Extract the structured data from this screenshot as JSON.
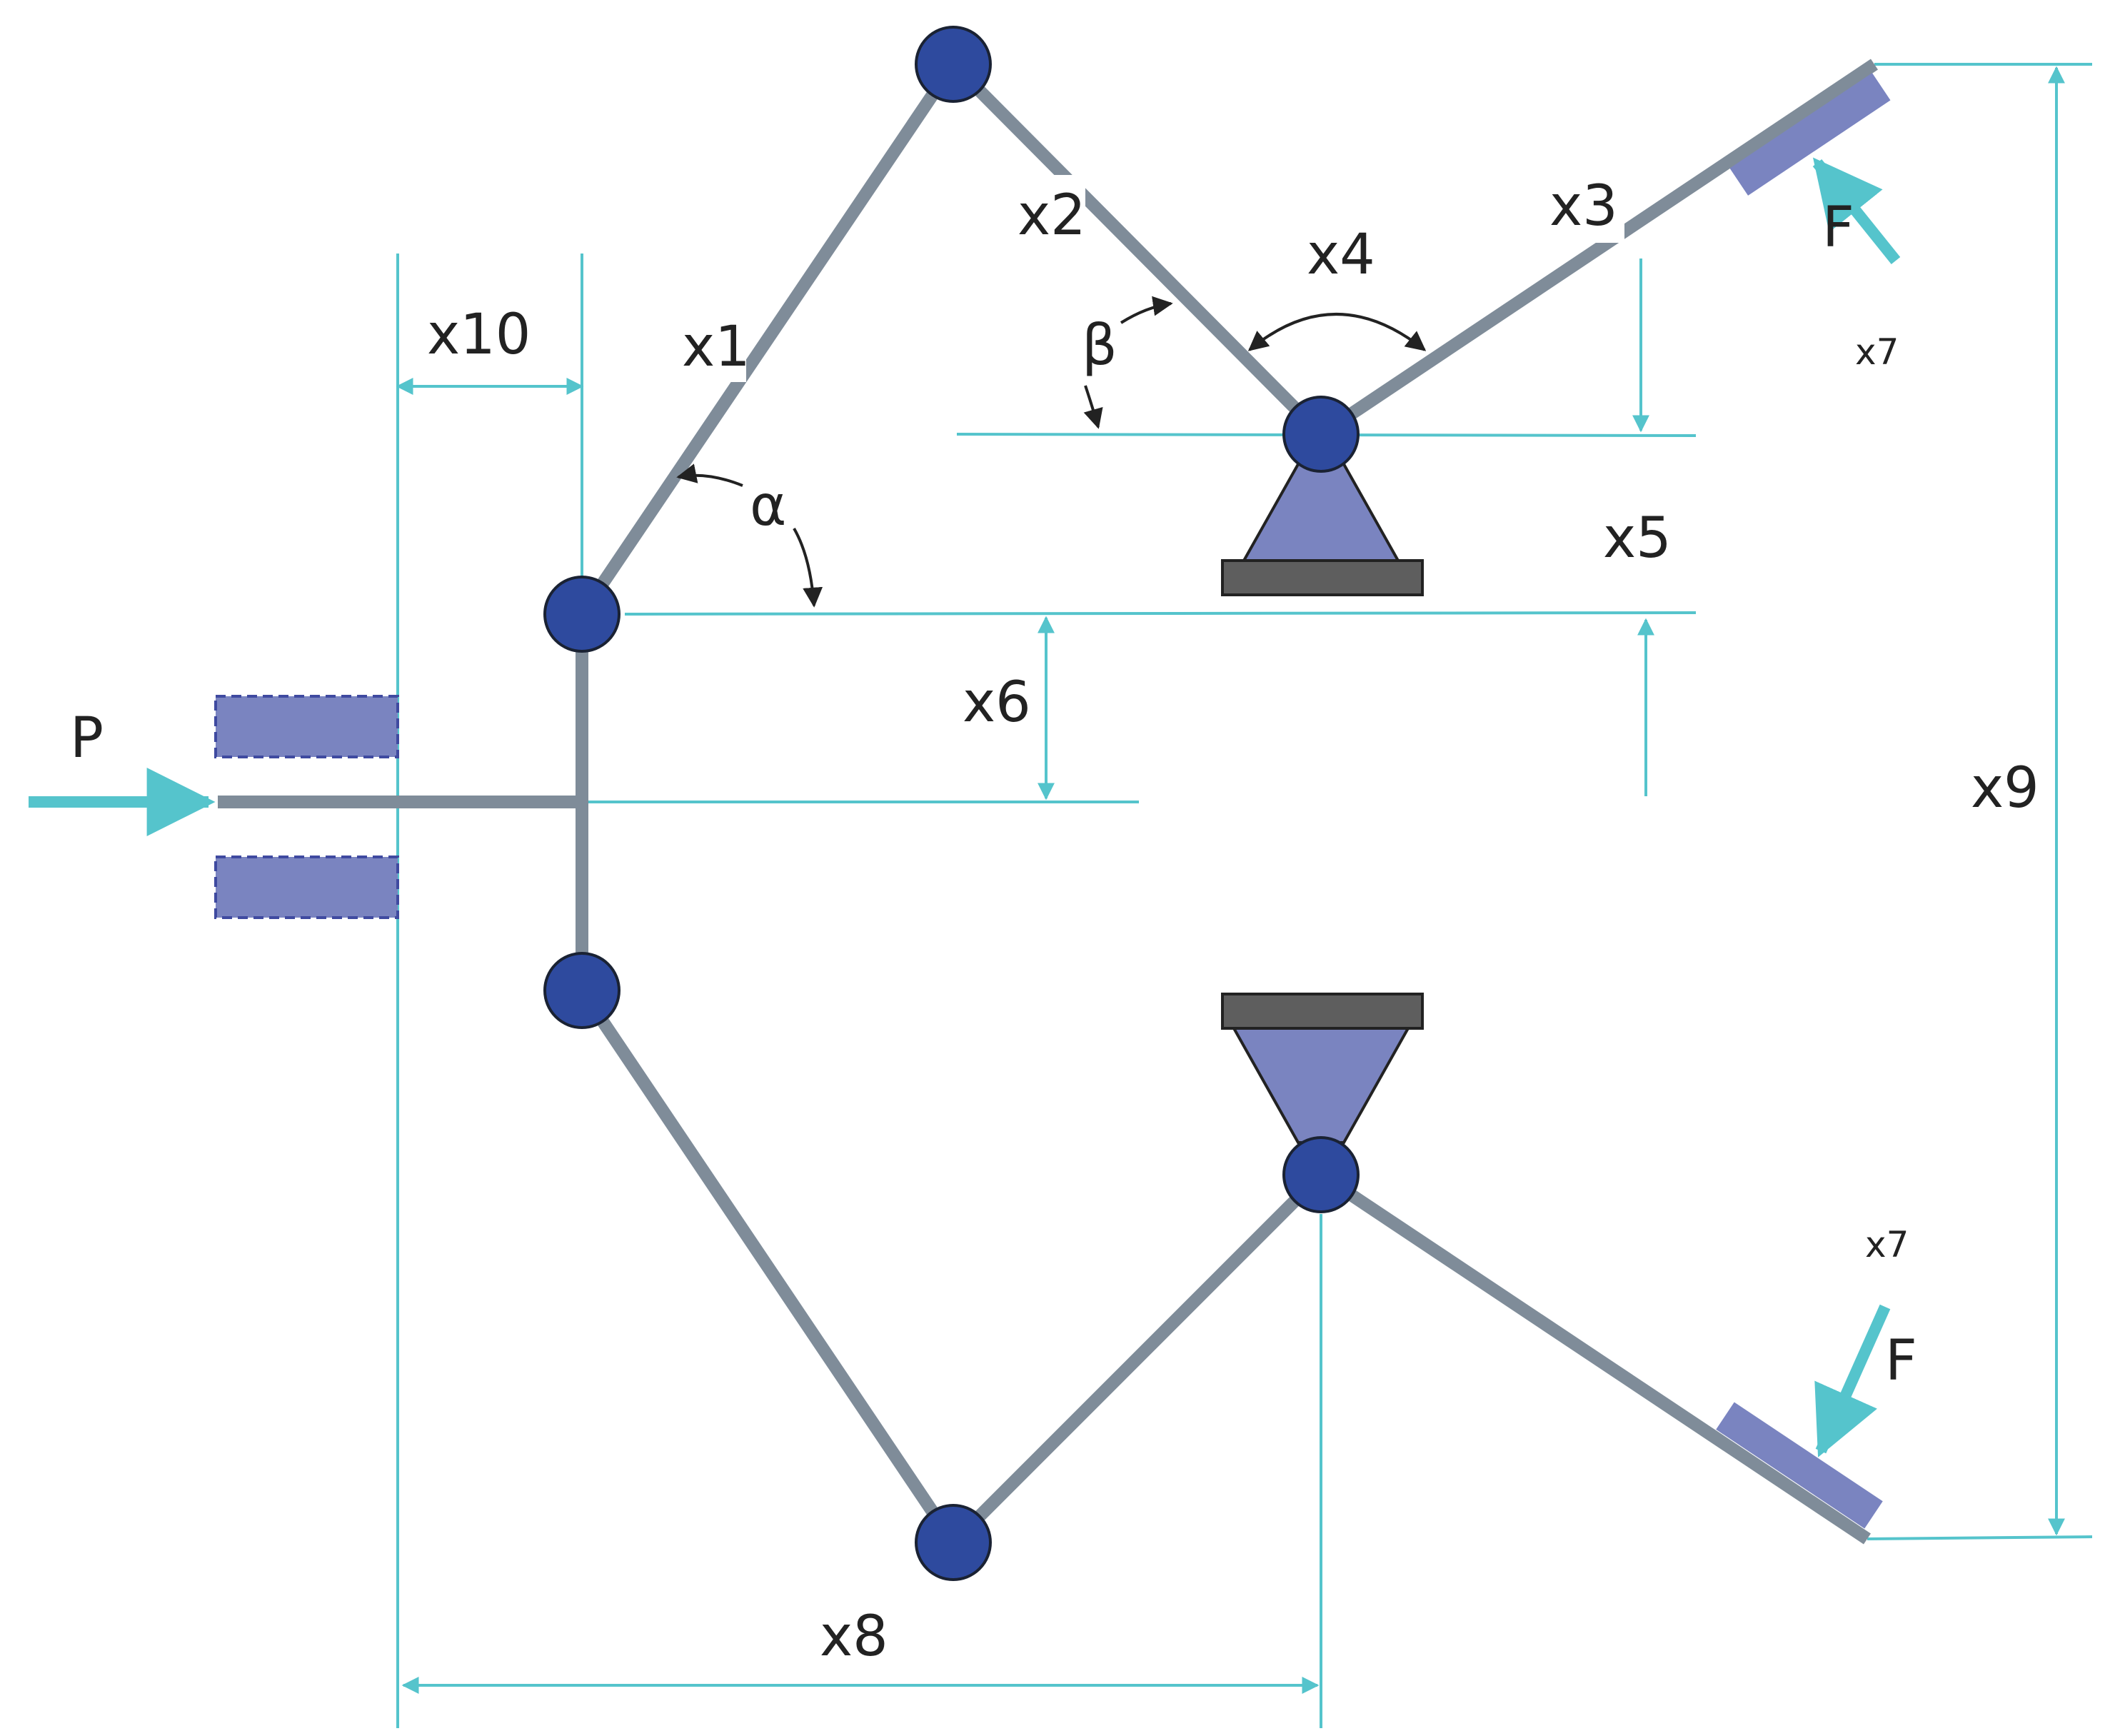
{
  "labels": {
    "x1": "x1",
    "x2": "x2",
    "x3": "x3",
    "x4": "x4",
    "x5": "x5",
    "x6": "x6",
    "x7_top": "x7",
    "x7_bottom": "x7",
    "x8": "x8",
    "x9": "x9",
    "x10": "x10",
    "alpha": "α",
    "beta": "β",
    "force_top": "F",
    "force_bottom": "F",
    "push": "P"
  },
  "colors": {
    "link": "#7f8c99",
    "joint_fill": "#2e4a9e",
    "joint_stroke": "#1a2233",
    "dimension": "#55c4cc",
    "block": "#7a84c0",
    "block_stroke": "#3f4aa0",
    "base": "#5e5e5e",
    "arrow_dark": "#222222"
  }
}
